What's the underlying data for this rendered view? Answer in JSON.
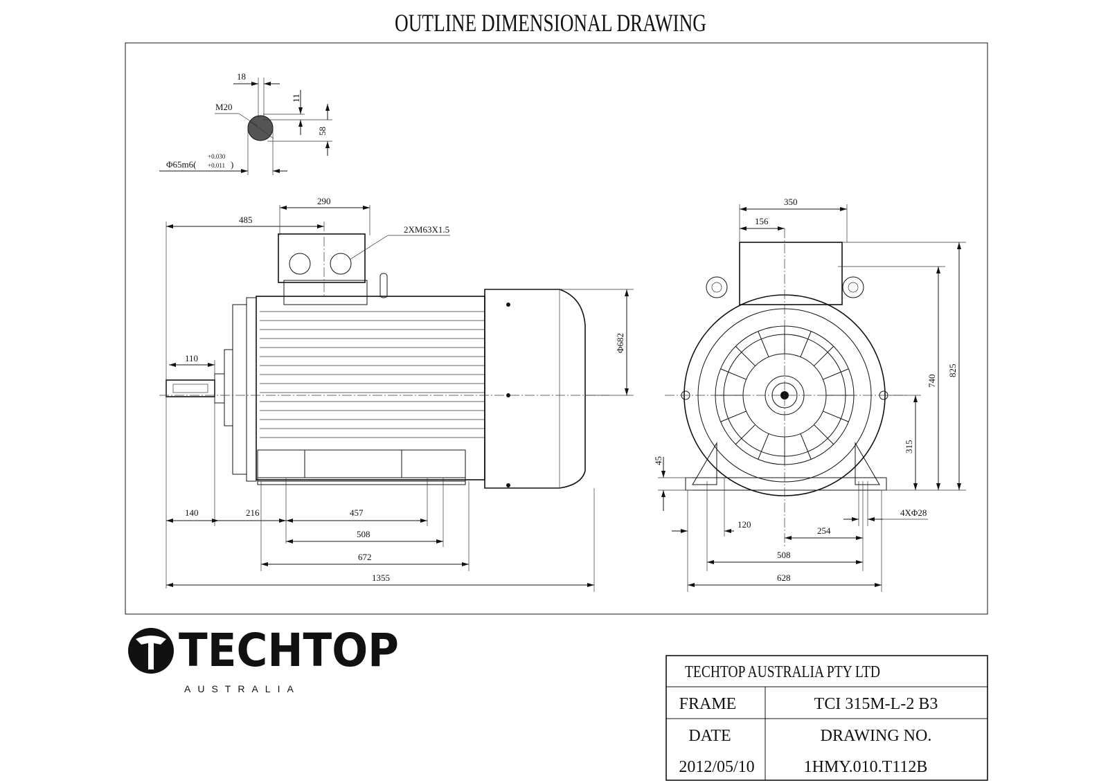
{
  "title": "OUTLINE DIMENSIONAL DRAWING",
  "shaft_detail": {
    "key_width": "18",
    "key_depth": "11",
    "shaft_height": "58",
    "thread": "M20",
    "diameter": "Φ65m6(",
    "tol_upper": "+0.030",
    "tol_lower": "+0.011",
    "tol_close": ")"
  },
  "side_view": {
    "d485": "485",
    "d290": "290",
    "cable_gland": "2XM63X1.5",
    "d682": "Φ682",
    "d110": "110",
    "d140": "140",
    "d216": "216",
    "d457": "457",
    "d508": "508",
    "d672": "672",
    "d1355": "1355"
  },
  "front_view": {
    "d350": "350",
    "d156": "156",
    "d825": "825",
    "d740": "740",
    "d315": "315",
    "d45": "45",
    "d120": "120",
    "d254": "254",
    "d508": "508",
    "d628": "628",
    "holes": "4XΦ28"
  },
  "logo": {
    "name": "TECHTOP",
    "sub": "AUSTRALIA"
  },
  "title_block": {
    "company": "TECHTOP AUSTRALIA PTY LTD",
    "frame_label": "FRAME",
    "frame_value": "TCI 315M-L-2 B3",
    "date_label": "DATE",
    "drawing_no_label": "DRAWING NO.",
    "date_value": "2012/05/10",
    "drawing_no_value": "1HMY.010.T112B"
  }
}
